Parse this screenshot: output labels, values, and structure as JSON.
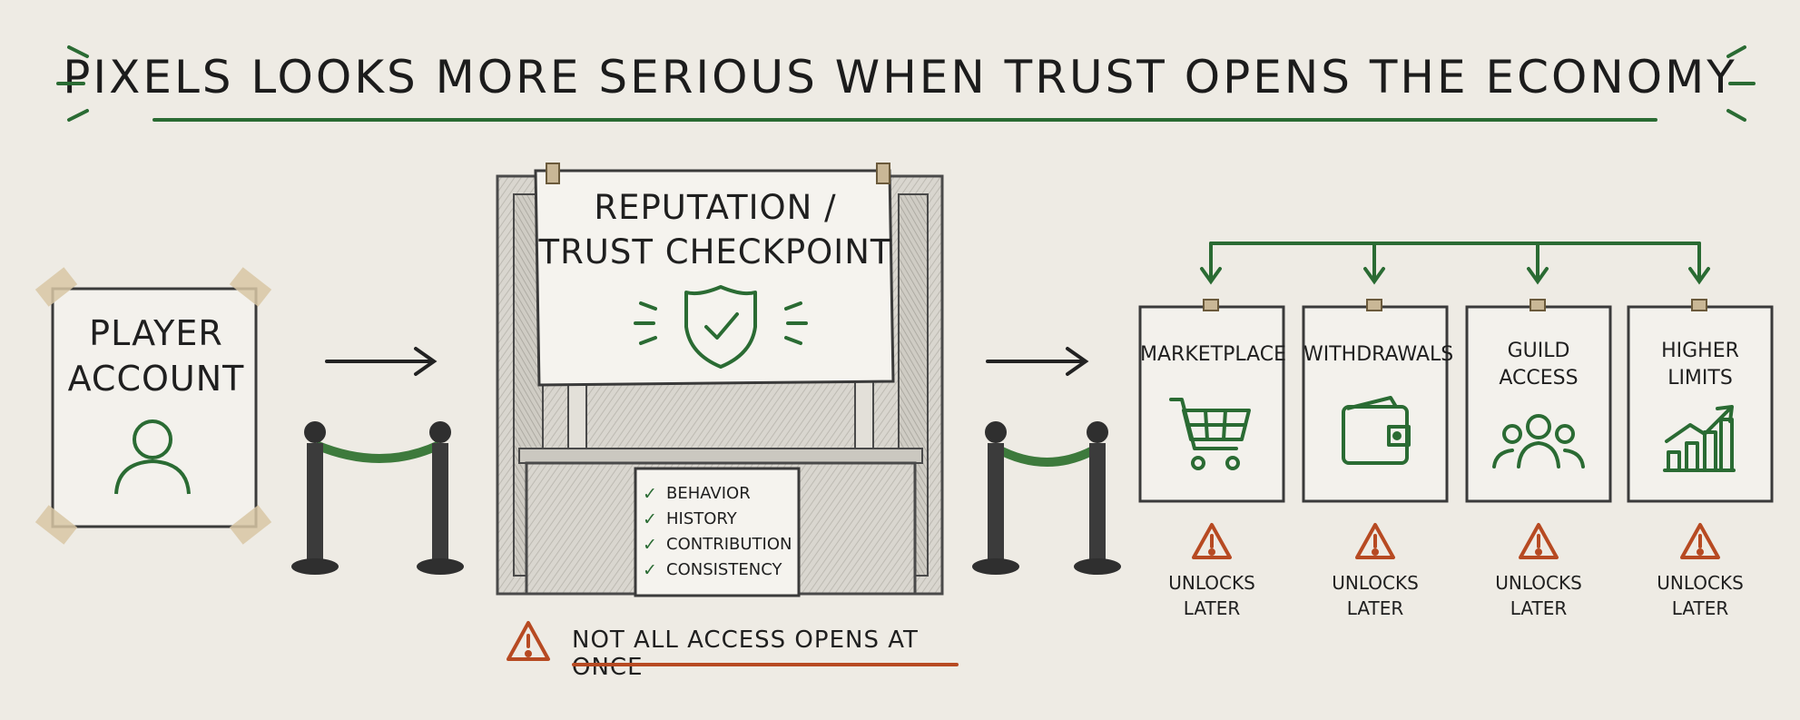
{
  "title": "PIXELS LOOKS MORE SERIOUS WHEN TRUST OPENS THE ECONOMY",
  "colors": {
    "accent_green": "#2a6b33",
    "warning_orange": "#b74a22",
    "ink": "#1f1f1f",
    "paper": "#eeebe4"
  },
  "player": {
    "label_line1": "PLAYER",
    "label_line2": "ACCOUNT",
    "icon": "user-icon"
  },
  "checkpoint": {
    "label_line1": "REPUTATION /",
    "label_line2": "TRUST CHECKPOINT",
    "icon": "shield-check-icon",
    "criteria": [
      "BEHAVIOR",
      "HISTORY",
      "CONTRIBUTION",
      "CONSISTENCY"
    ]
  },
  "warning": {
    "text": "NOT ALL ACCESS OPENS AT ONCE",
    "icon": "warning-icon"
  },
  "access_cards": [
    {
      "title_line1": "MARKETPLACE",
      "title_line2": "",
      "icon": "cart-icon",
      "status_line1": "UNLOCKS",
      "status_line2": "LATER"
    },
    {
      "title_line1": "WITHDRAWALS",
      "title_line2": "",
      "icon": "wallet-icon",
      "status_line1": "UNLOCKS",
      "status_line2": "LATER"
    },
    {
      "title_line1": "GUILD",
      "title_line2": "ACCESS",
      "icon": "group-icon",
      "status_line1": "UNLOCKS",
      "status_line2": "LATER"
    },
    {
      "title_line1": "HIGHER",
      "title_line2": "LIMITS",
      "icon": "growth-chart-icon",
      "status_line1": "UNLOCKS",
      "status_line2": "LATER"
    }
  ]
}
